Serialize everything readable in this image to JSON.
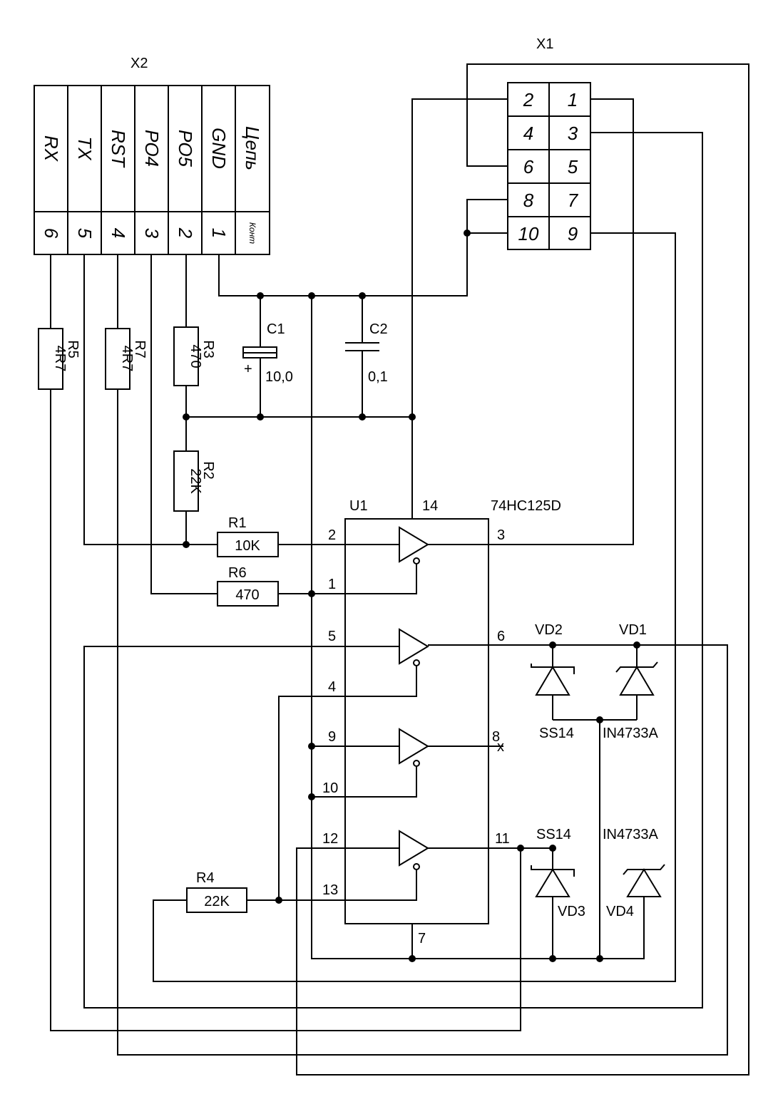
{
  "connectors": {
    "x2": {
      "ref": "X2",
      "header_signal": "Цепь",
      "header_pin": "Конт",
      "signals": [
        "GND",
        "PO5",
        "PO4",
        "RST",
        "TX",
        "RX"
      ],
      "pins": [
        "1",
        "2",
        "3",
        "4",
        "5",
        "6"
      ]
    },
    "x1": {
      "ref": "X1",
      "left_pins": [
        "2",
        "4",
        "6",
        "8",
        "10"
      ],
      "right_pins": [
        "1",
        "3",
        "5",
        "7",
        "9"
      ]
    }
  },
  "resistors": {
    "r1": {
      "ref": "R1",
      "value": "10K"
    },
    "r2": {
      "ref": "R2",
      "value": "22K"
    },
    "r3": {
      "ref": "R3",
      "value": "470"
    },
    "r4": {
      "ref": "R4",
      "value": "22K"
    },
    "r5": {
      "ref": "R5",
      "value": "4R7"
    },
    "r6": {
      "ref": "R6",
      "value": "470"
    },
    "r7": {
      "ref": "R7",
      "value": "4R7"
    }
  },
  "capacitors": {
    "c1": {
      "ref": "C1",
      "value": "10,0",
      "polarity": "+"
    },
    "c2": {
      "ref": "C2",
      "value": "0,1"
    }
  },
  "ic": {
    "ref": "U1",
    "part": "74HC125D",
    "pins": {
      "p1": "1",
      "p2": "2",
      "p3": "3",
      "p4": "4",
      "p5": "5",
      "p6": "6",
      "p7": "7",
      "p8": "8",
      "p9": "9",
      "p10": "10",
      "p11": "11",
      "p12": "12",
      "p13": "13",
      "p14": "14"
    }
  },
  "diodes": {
    "vd1": {
      "ref": "VD1",
      "part": "IN4733A"
    },
    "vd2": {
      "ref": "VD2",
      "part": "SS14"
    },
    "vd3": {
      "ref": "VD3",
      "part": "SS14"
    },
    "vd4": {
      "ref": "VD4",
      "part": "IN4733A"
    }
  },
  "no_connect_mark": "x"
}
